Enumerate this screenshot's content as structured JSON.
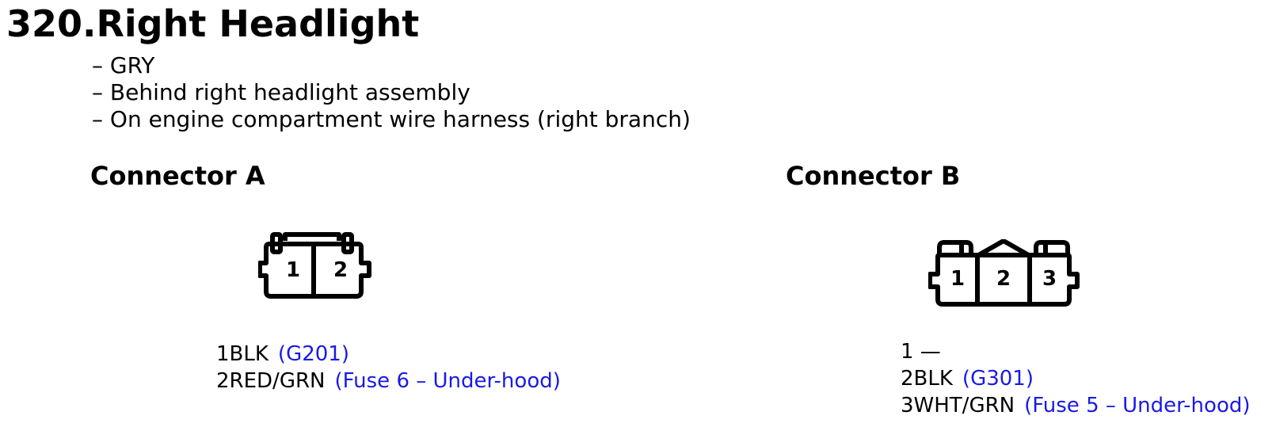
{
  "title": "320.Right Headlight",
  "info": [
    "– GRY",
    "– Behind right headlight assembly",
    "– On engine compartment wire harness (right branch)"
  ],
  "connectors": [
    {
      "heading": "Connector A",
      "pin_labels": [
        "1",
        "2"
      ],
      "pins": [
        {
          "label": "1BLK",
          "dest": "(G201)"
        },
        {
          "label": "2RED/GRN",
          "dest": "(Fuse 6 – Under-hood)"
        }
      ]
    },
    {
      "heading": "Connector B",
      "pin_labels": [
        "1",
        "2",
        "3"
      ],
      "pins": [
        {
          "label": "1 —",
          "dest": ""
        },
        {
          "label": "2BLK",
          "dest": "(G301)"
        },
        {
          "label": "3WHT/GRN",
          "dest": "(Fuse 5 – Under-hood)"
        }
      ]
    }
  ],
  "colors": {
    "text": "#000000",
    "link": "#1a1ae6"
  }
}
